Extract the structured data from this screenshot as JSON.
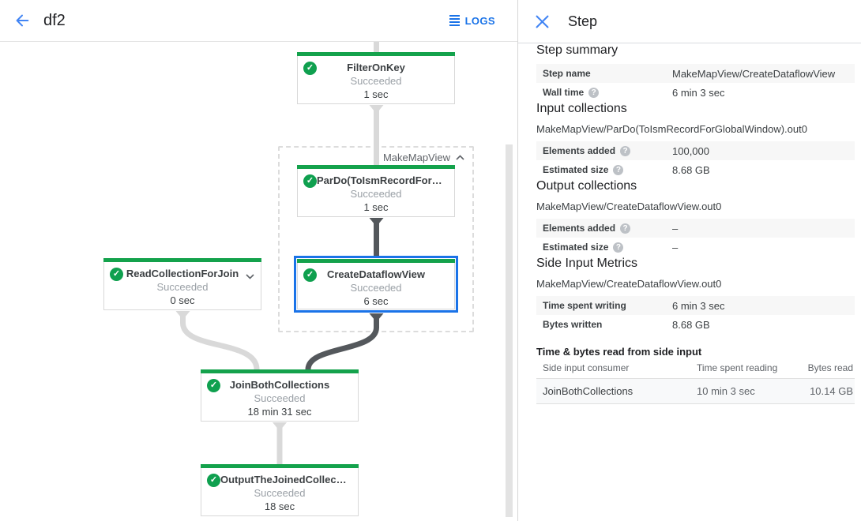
{
  "topbar": {
    "title": "df2",
    "logs_label": "LOGS"
  },
  "icons": {
    "help_glyph": "?",
    "check_glyph": "✓"
  },
  "colors": {
    "accent_blue": "#1a73e8",
    "success_green": "#14a24c",
    "selected_border": "#1a73e8",
    "edge_light": "#d9d9d9",
    "edge_dark": "#54585c"
  },
  "graph": {
    "group_label": "MakeMapView",
    "nodes": [
      {
        "title": "FilterOnKey",
        "status": "Succeeded",
        "time": "1 sec"
      },
      {
        "title": "ParDo(ToIsmRecordFor…",
        "status": "Succeeded",
        "time": "1 sec"
      },
      {
        "title": "CreateDataflowView",
        "status": "Succeeded",
        "time": "6 sec"
      },
      {
        "title": "ReadCollectionForJoin",
        "status": "Succeeded",
        "time": "0 sec"
      },
      {
        "title": "JoinBothCollections",
        "status": "Succeeded",
        "time": "18 min 31 sec"
      },
      {
        "title": "OutputTheJoinedCollec…",
        "status": "Succeeded",
        "time": "18 sec"
      }
    ]
  },
  "panel": {
    "title": "Step",
    "step_summary": {
      "heading": "Step summary",
      "rows": [
        {
          "label": "Step name",
          "value": "MakeMapView/CreateDataflowView"
        },
        {
          "label": "Wall time",
          "value": "6 min 3 sec"
        }
      ]
    },
    "input_collections": {
      "heading": "Input collections",
      "path": "MakeMapView/ParDo(ToIsmRecordForGlobalWindow).out0",
      "rows": [
        {
          "label": "Elements added",
          "value": "100,000"
        },
        {
          "label": "Estimated size",
          "value": "8.68 GB"
        }
      ]
    },
    "output_collections": {
      "heading": "Output collections",
      "path": "MakeMapView/CreateDataflowView.out0",
      "rows": [
        {
          "label": "Elements added",
          "value": "–"
        },
        {
          "label": "Estimated size",
          "value": "–"
        }
      ]
    },
    "side_input_metrics": {
      "heading": "Side Input Metrics",
      "path": "MakeMapView/CreateDataflowView.out0",
      "rows": [
        {
          "label": "Time spent writing",
          "value": "6 min 3 sec"
        },
        {
          "label": "Bytes written",
          "value": "8.68 GB"
        }
      ]
    },
    "side_input_table": {
      "heading": "Time & bytes read from side input",
      "columns": [
        "Side input consumer",
        "Time spent reading",
        "Bytes read"
      ],
      "rows": [
        [
          "JoinBothCollections",
          "10 min 3 sec",
          "10.14 GB"
        ]
      ]
    }
  }
}
